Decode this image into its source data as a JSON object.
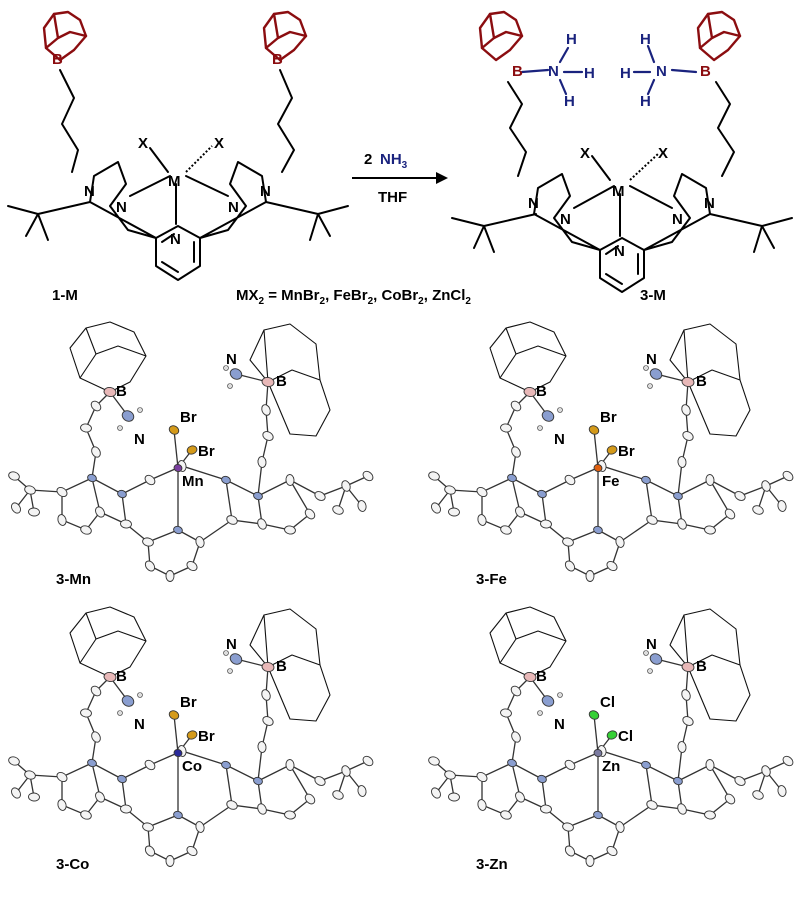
{
  "scheme": {
    "reagent_left": "2",
    "reagent_nh3": "NH",
    "reagent_nh3_sub": "3",
    "solvent": "THF",
    "reactant_label": "1-M",
    "product_label": "3-M",
    "metal_salts": [
      {
        "el": "MnBr",
        "sub": "2"
      },
      {
        "el": "FeBr",
        "sub": "2"
      },
      {
        "el": "CoBr",
        "sub": "2"
      },
      {
        "el": "ZnCl",
        "sub": "2"
      }
    ],
    "mx2_prefix": "MX",
    "mx2_sub": "2",
    "atoms": {
      "boron": "B",
      "metal": "M",
      "halide": "X",
      "nitrogen": "N",
      "hydrogen": "H"
    }
  },
  "structures": [
    {
      "label": "3-Mn",
      "metal": "Mn",
      "halides": [
        "Br",
        "Br"
      ],
      "n_left": "N",
      "n_right": "N",
      "b_left": "B",
      "b_right": "B",
      "metal_color": "#7b3fa0",
      "halide_color": "#d49a1a"
    },
    {
      "label": "3-Fe",
      "metal": "Fe",
      "halides": [
        "Br",
        "Br"
      ],
      "n_left": "N",
      "n_right": "N",
      "b_left": "B",
      "b_right": "B",
      "metal_color": "#e06010",
      "halide_color": "#d49a1a"
    },
    {
      "label": "3-Co",
      "metal": "Co",
      "halides": [
        "Br",
        "Br"
      ],
      "n_left": "N",
      "n_right": "N",
      "b_left": "B",
      "b_right": "B",
      "metal_color": "#2a2a9a",
      "halide_color": "#d49a1a"
    },
    {
      "label": "3-Zn",
      "metal": "Zn",
      "halides": [
        "Cl",
        "Cl"
      ],
      "n_left": "N",
      "n_right": "N",
      "b_left": "B",
      "b_right": "B",
      "metal_color": "#7a7aa0",
      "halide_color": "#36d036"
    }
  ],
  "colors": {
    "boron_red": "#8b0d10",
    "amine_blue": "#1a237e",
    "nitrogen_atom": "#8a9ed0",
    "boron_atom": "#e8b8b8"
  }
}
